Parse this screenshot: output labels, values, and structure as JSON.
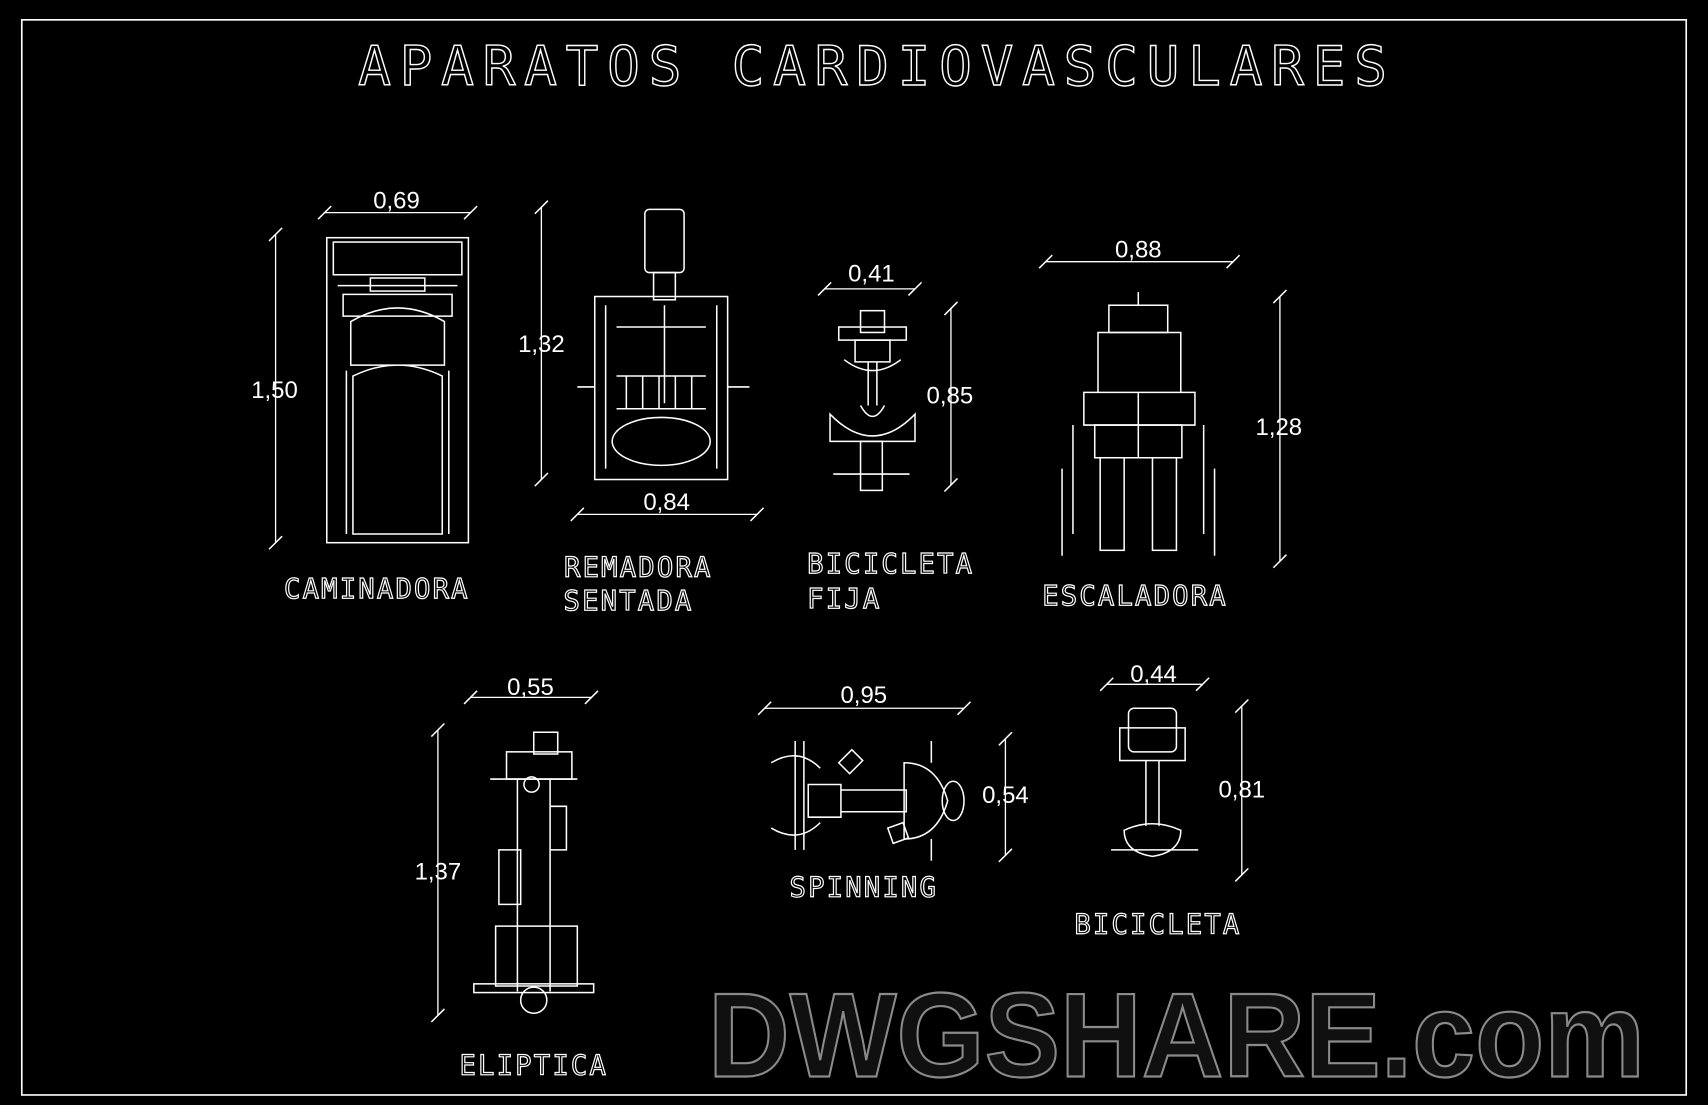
{
  "title": "APARATOS CARDIOVASCULARES",
  "watermark": "DWGSHARE.com",
  "colors": {
    "background": "#000000",
    "lines": "#ffffff",
    "watermark": "#8a8a8a"
  },
  "equipment": [
    {
      "id": "caminadora",
      "label": "CAMINADORA",
      "width": "0,69",
      "length": "1,50"
    },
    {
      "id": "remadora",
      "label_line1": "REMADORA",
      "label_line2": "SENTADA",
      "width": "0,84",
      "length": "1,32"
    },
    {
      "id": "bicicleta-fija",
      "label_line1": "BICICLETA",
      "label_line2": "FIJA",
      "width": "0,41",
      "length": "0,85"
    },
    {
      "id": "escaladora",
      "label": "ESCALADORA",
      "width": "0,88",
      "length": "1,28"
    },
    {
      "id": "eliptica",
      "label": "ELIPTICA",
      "width": "0,55",
      "length": "1,37"
    },
    {
      "id": "spinning",
      "label": "SPINNING",
      "width": "0,95",
      "length": "0,54"
    },
    {
      "id": "bicicleta",
      "label": "BICICLETA",
      "width": "0,44",
      "length": "0,81"
    }
  ]
}
